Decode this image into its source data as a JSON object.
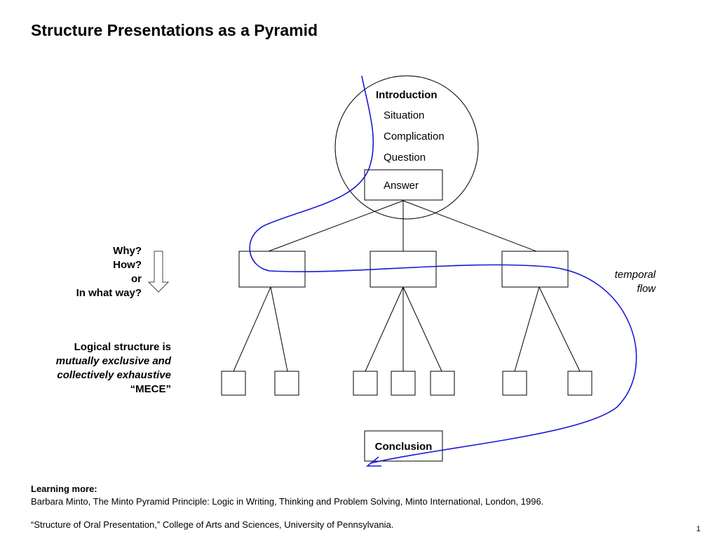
{
  "title": "Structure Presentations as a Pyramid",
  "intro": {
    "heading": "Introduction",
    "items": [
      "Situation",
      "Complication",
      "Question"
    ],
    "answer": "Answer"
  },
  "questions": [
    "Why?",
    "How?",
    "or",
    "In what way?"
  ],
  "logical": {
    "line1": "Logical structure is",
    "line2": "mutually exclusive and",
    "line3": "collectively exhaustive",
    "line4": "“MECE”"
  },
  "temporal_flow": [
    "temporal",
    "flow"
  ],
  "conclusion": "Conclusion",
  "learning": {
    "heading": "Learning more:",
    "ref1": "Barbara Minto, The Minto Pyramid Principle: Logic in Writing, Thinking and Problem Solving, Minto International, London, 1996.",
    "ref2": "“Structure of Oral Presentation,” College of Arts and Sciences, University of Pennsylvania."
  },
  "page_number": "1",
  "colors": {
    "flow_curve": "#1a1ad6",
    "lines": "#000000"
  }
}
